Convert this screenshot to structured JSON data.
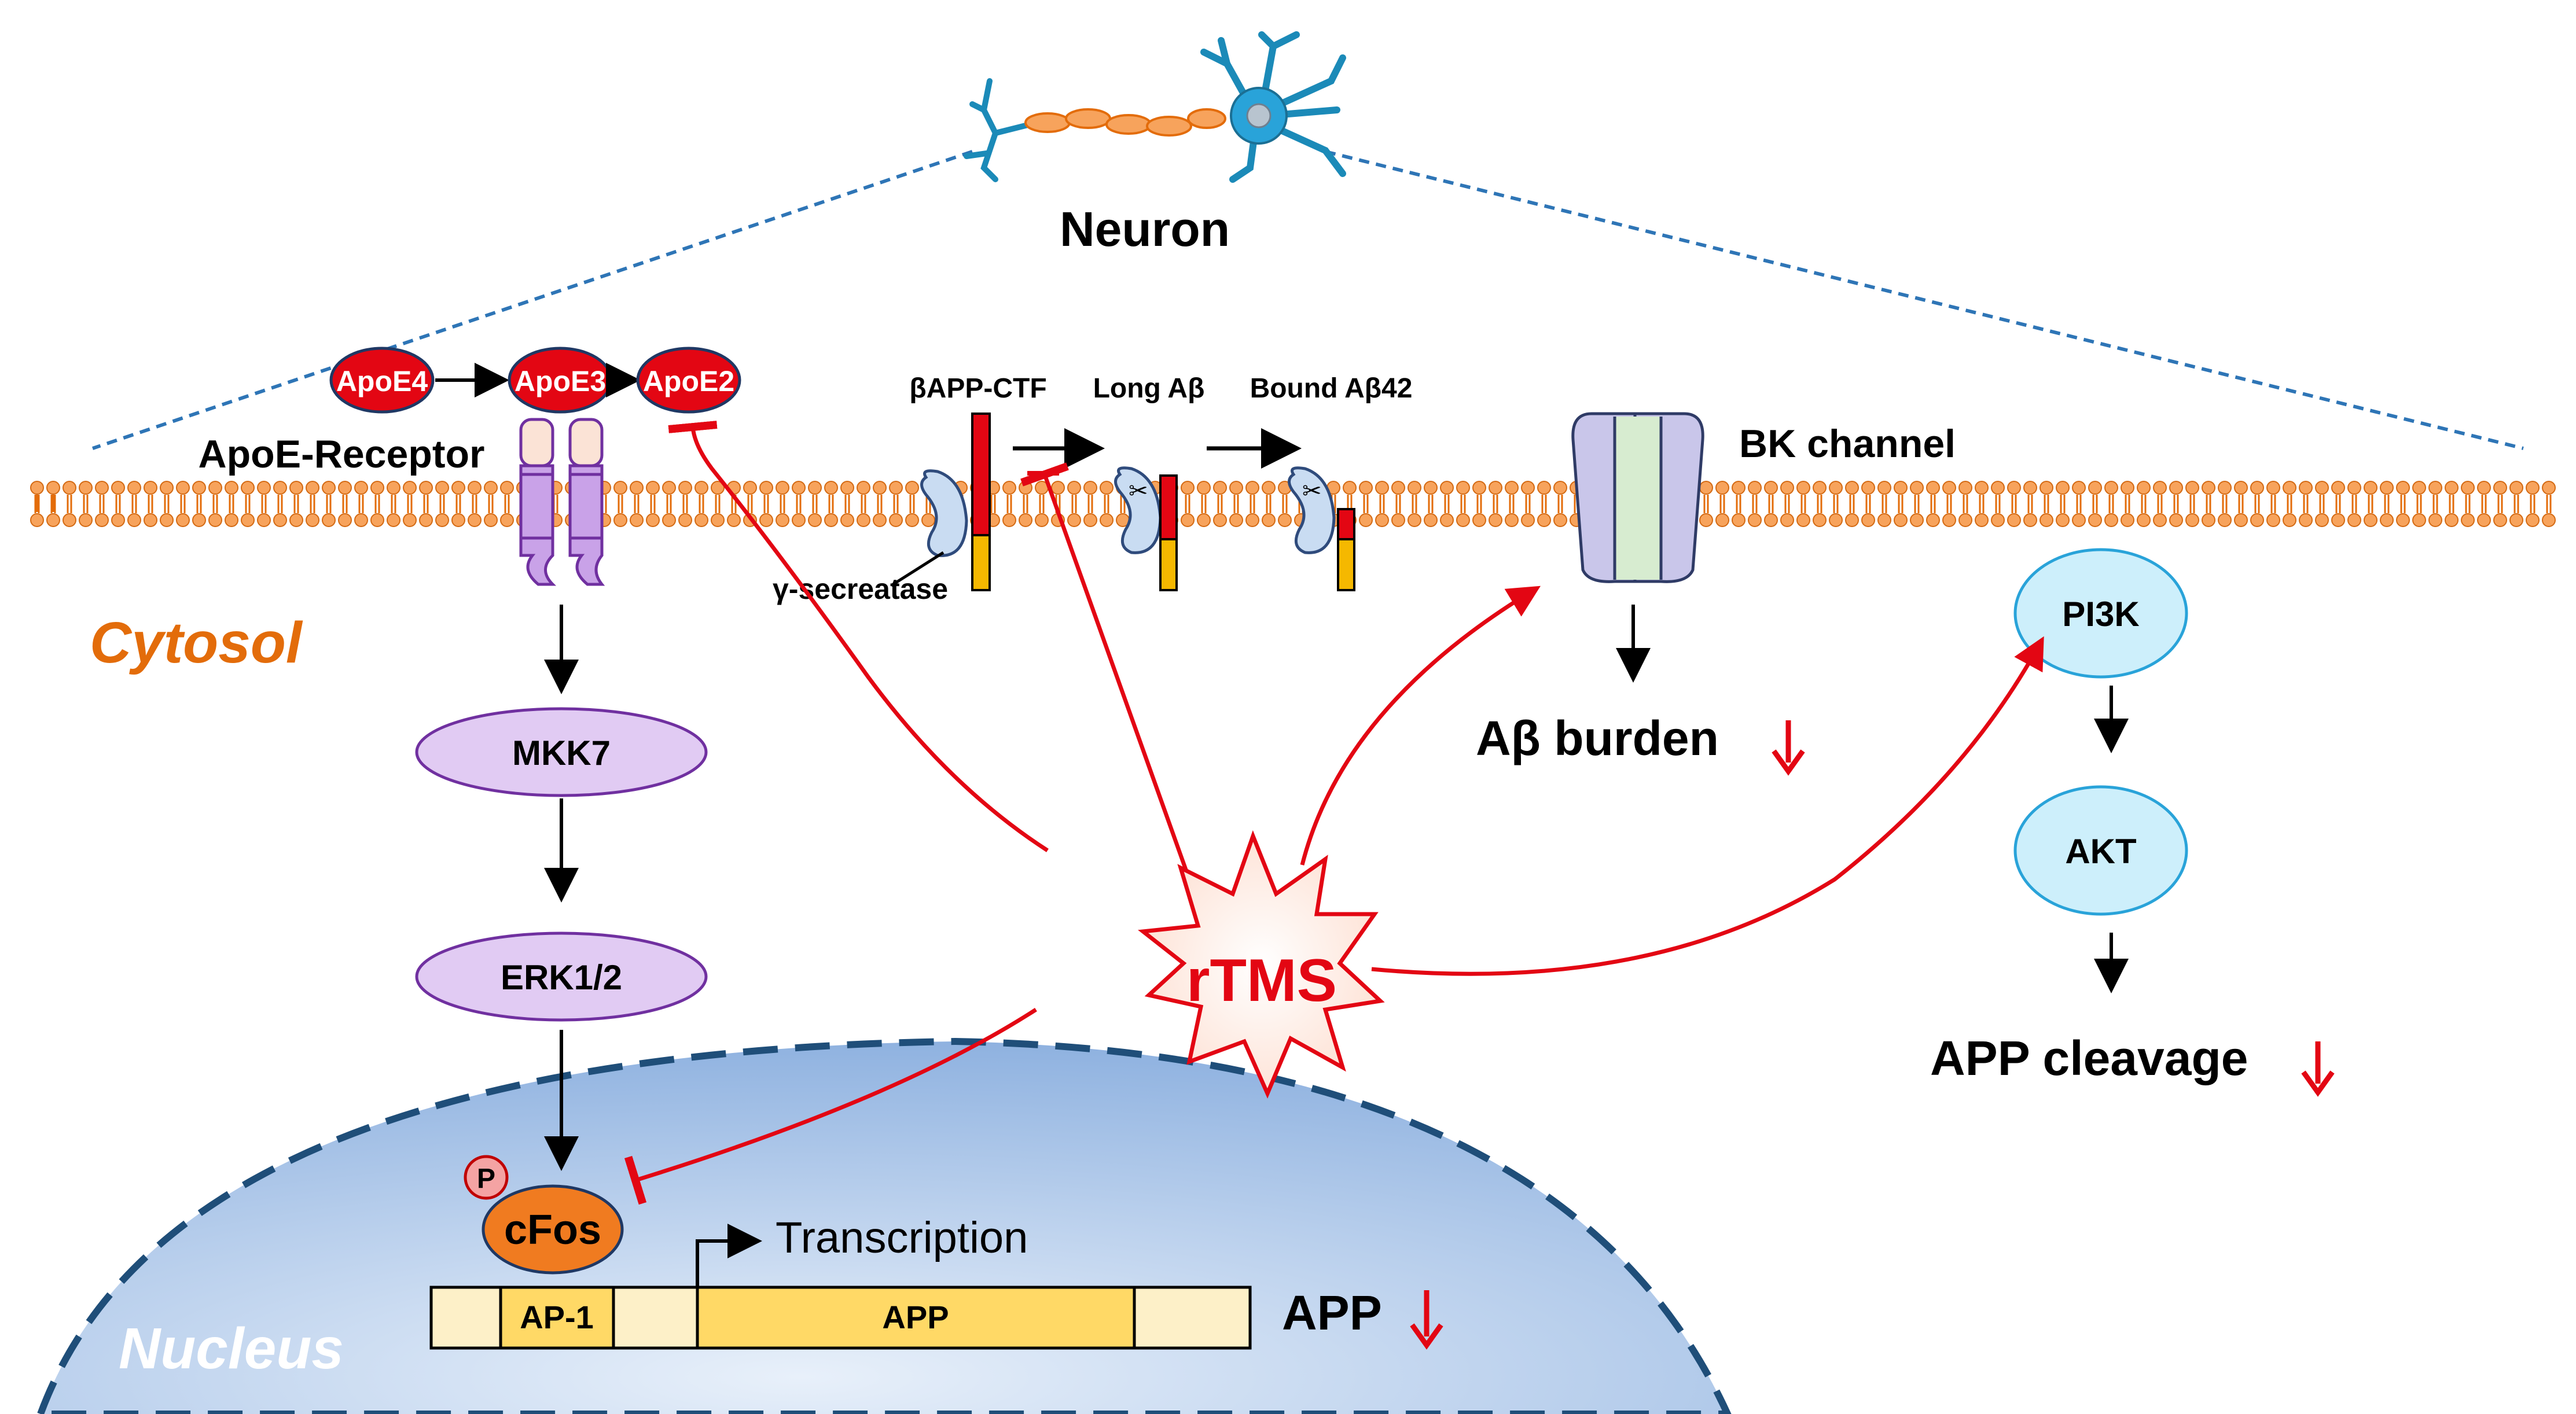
{
  "neuron_label": "Neuron",
  "compartments": {
    "cytosol": "Cytosol",
    "nucleus": "Nucleus"
  },
  "apoe": {
    "receptor_label": "ApoE-Receptor",
    "isoforms": [
      "ApoE4",
      "ApoE3",
      "ApoE2"
    ]
  },
  "amyloid": {
    "labels": [
      "βAPP-CTF",
      "Long Aβ",
      "Bound Aβ42"
    ],
    "secretase_label": "γ-secreatase"
  },
  "bk_channel_label": "BK channel",
  "ab_burden_label": "Aβ burden",
  "cascade": [
    "MKK7",
    "ERK1/2"
  ],
  "phospho_label": "P",
  "cfos_label": "cFos",
  "gene": {
    "ap1": "AP-1",
    "app": "APP"
  },
  "transcription_label": "Transcription",
  "app_result_label": "APP",
  "pi3k_pathway": [
    "PI3K",
    "AKT"
  ],
  "app_cleavage_label": "APP cleavage",
  "rtms_label": "rTMS",
  "colors": {
    "red": "#e30613",
    "orange": "#e36c0a",
    "nucleus_blue": "#a9c4e6",
    "membrane_orange": "#f4a460",
    "purple_fill": "#e1cbf3",
    "cyan_fill": "#cdeffb",
    "gene_yellow": "#ffd966",
    "gene_pale": "#fdf0c8"
  }
}
